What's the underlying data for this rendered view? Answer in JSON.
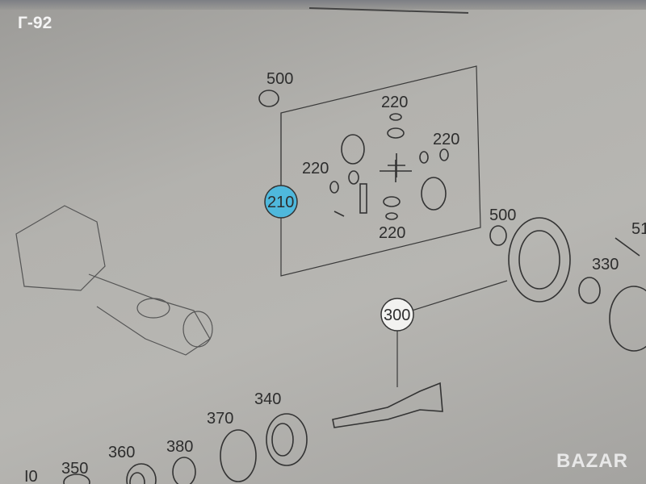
{
  "overlay_code": "Г-92",
  "watermark": "BAZAR",
  "labels": {
    "p500_top": "500",
    "p220_top": "220",
    "p220_right": "220",
    "p220_left": "220",
    "p210": "210",
    "p220_bottom": "220",
    "p500_right": "500",
    "p51": "51",
    "p330": "330",
    "p300": "300",
    "p340": "340",
    "p370": "370",
    "p360": "360",
    "p380": "380",
    "p350": "350",
    "p_cut": "I0"
  },
  "colors": {
    "highlight": "#4fb8dc"
  }
}
